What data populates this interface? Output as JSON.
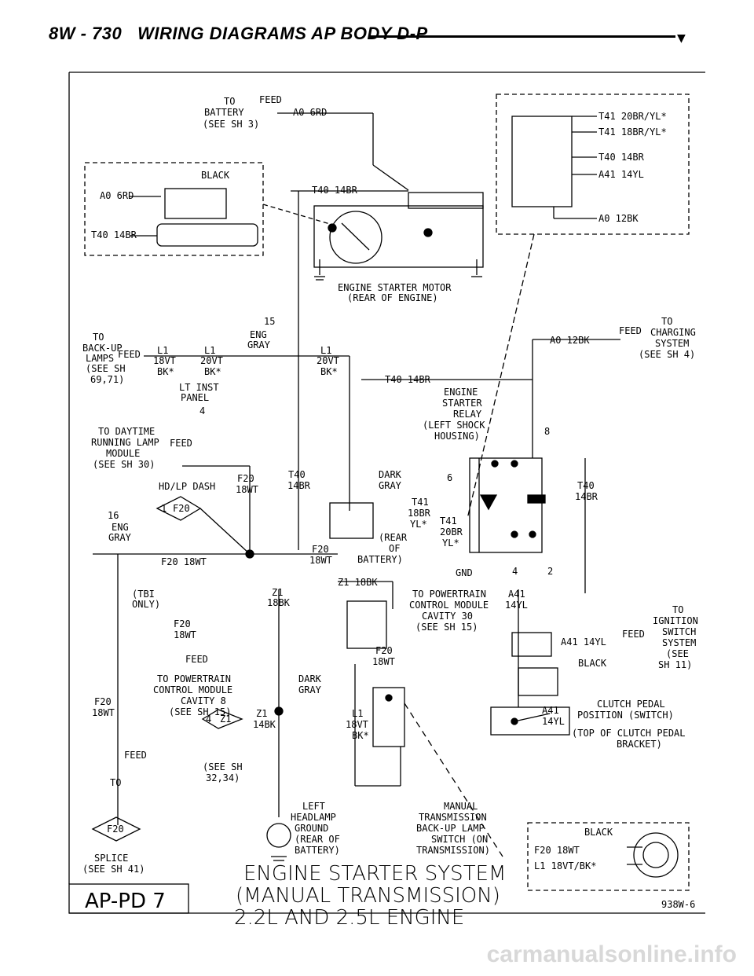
{
  "header": {
    "page_code": "8W - 730",
    "title": "WIRING DIAGRAMS AP BODY D-P"
  },
  "diagram": {
    "to_battery": [
      "TO",
      "BATTERY",
      "(SEE SH 3)"
    ],
    "feed": "FEED",
    "a0_6rd": "A0 6RD",
    "black": "BLACK",
    "a0_6rd_left": "A0 6RD",
    "t40_14br": "T40 14BR",
    "t40_14br_left": "T40 14BR",
    "starter_motor": [
      "ENGINE STARTER MOTOR",
      "(REAR OF ENGINE)"
    ],
    "t41_20br": "T41 20BR/YL*",
    "t41_18br": "T41 18BR/YL*",
    "t40_14br_conn": "T40 14BR",
    "a41_14yl_conn": "A41 14YL",
    "a0_12bk_conn": "A0 12BK",
    "to_backup": [
      "TO",
      "BACK-UP",
      "LAMPS",
      "(SEE SH",
      "69,71)"
    ],
    "feed_backup": "FEED",
    "l1_18vt": [
      "L1",
      "18VT",
      "BK*"
    ],
    "eng_gray": [
      "ENG",
      "GRAY"
    ],
    "n15": "15",
    "l1_20vt_a": [
      "L1",
      "20VT",
      "BK*"
    ],
    "l1_20vt_b": [
      "L1",
      "20VT",
      "BK*"
    ],
    "lt_inst": [
      "LT INST",
      "PANEL"
    ],
    "n4": "4",
    "to_charging": [
      "TO",
      "CHARGING",
      "SYSTEM",
      "(SEE SH 4)"
    ],
    "a0_12bk_feed": "A0 12BK",
    "feed_charging": "FEED",
    "t40_14br_relay": "T40 14BR",
    "relay": [
      "ENGINE",
      "STARTER",
      "RELAY",
      "(LEFT SHOCK",
      "HOUSING)"
    ],
    "n8": "8",
    "to_drl": [
      "TO DAYTIME",
      "RUNNING LAMP",
      "MODULE",
      "(SEE SH 30)"
    ],
    "feed_drl": "FEED",
    "hdlp_dash": "HD/LP DASH",
    "f20_18wt_a": [
      "F20",
      "18WT"
    ],
    "t40_14br_b": [
      "T40",
      "14BR"
    ],
    "dark_gray_a": [
      "DARK",
      "GRAY"
    ],
    "n6": "6",
    "t40_14br_c": [
      "T40",
      "14BR"
    ],
    "n16": "16",
    "eng_gray_b": [
      "ENG",
      "GRAY"
    ],
    "splice_f20": "F20",
    "splice_1": "1",
    "t41_18br_b": [
      "T41",
      "18BR",
      "YL*"
    ],
    "t41_20br_b": [
      "T41",
      "20BR",
      "YL*"
    ],
    "rear_battery": [
      "(REAR",
      "OF",
      "BATTERY)"
    ],
    "f20_18wt_line": "F20 18WT",
    "f20_18wt_b": [
      "F20",
      "18WT"
    ],
    "gnd": "GND",
    "n4b": "4",
    "n2": "2",
    "tbi_only": [
      "(TBI",
      "ONLY)"
    ],
    "z1_18bk_a": [
      "Z1",
      "18BK"
    ],
    "z1_18bk_b": "Z1 18BK",
    "to_pcm30": [
      "TO POWERTRAIN",
      "CONTROL MODULE",
      "CAVITY 30",
      "(SEE SH 15)"
    ],
    "a41_14yl_b": [
      "A41",
      "14YL"
    ],
    "to_ignition": [
      "TO",
      "IGNITION",
      "SWITCH",
      "SYSTEM",
      "(SEE",
      "SH 11)"
    ],
    "f20_18wt_c": [
      "F20",
      "18WT"
    ],
    "feed_f20": "FEED",
    "a41_14yl_feed": "A41 14YL",
    "feed_ign": "FEED",
    "black_b": "BLACK",
    "to_pcm8": [
      "TO POWERTRAIN",
      "CONTROL MODULE",
      "CAVITY 8",
      "(SEE SH 15)"
    ],
    "dark_gray_b": [
      "DARK",
      "GRAY"
    ],
    "f20_18wt_d": [
      "F20",
      "18WT"
    ],
    "f20_18wt_e": [
      "F20",
      "18WT"
    ],
    "a41_14yl_c": [
      "A41",
      "14YL"
    ],
    "clutch": [
      "CLUTCH PEDAL",
      "POSITION (SWITCH)",
      "(TOP OF CLUTCH PEDAL",
      "BRACKET)"
    ],
    "feed_splice": "FEED",
    "z1_14bk": [
      "Z1",
      "14BK"
    ],
    "splice_4": "4",
    "splice_z1": "Z1",
    "l1_18vt_b": [
      "L1",
      "18VT",
      "BK*"
    ],
    "to_splice": "TO",
    "see_sh_32": [
      "(SEE SH",
      "32,34)"
    ],
    "splice_f20_b": "F20",
    "splice_ref": [
      "SPLICE",
      "(SEE SH 41)"
    ],
    "left_headlamp": [
      "LEFT",
      "HEADLAMP",
      "GROUND",
      "(REAR OF",
      "BATTERY)"
    ],
    "manual_trans": [
      "MANUAL",
      "TRANSMISSION",
      "BACK-UP LAMP",
      "SWITCH (ON",
      "TRANSMISSION)"
    ],
    "black_c": "BLACK",
    "f20_18wt_conn": "F20 18WT",
    "l1_18vt_conn": "L1 18VT/BK*",
    "title": [
      "ENGINE STARTER SYSTEM",
      "(MANUAL TRANSMISSION)",
      "2.2L AND 2.5L ENGINE"
    ],
    "box_label": "AP-PD 7",
    "fig_no": "938W-6"
  },
  "watermark": "carmanualsonline.info"
}
